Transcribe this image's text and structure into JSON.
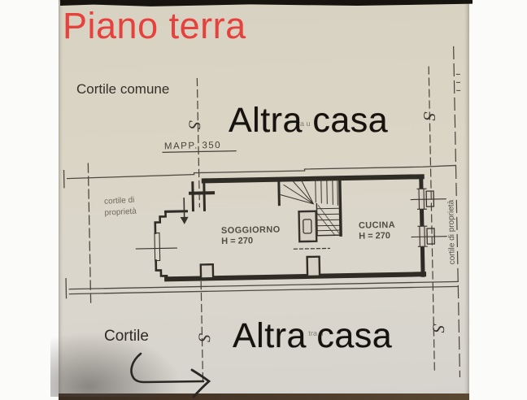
{
  "photo": {
    "title": "Piano terra",
    "title_color": "#e6413c"
  },
  "annotations": {
    "cortile_comune": "Cortile comune",
    "altra_casa_top": "Altra casa",
    "altra_casa_bottom": "Altra casa",
    "cortile": "Cortile",
    "remnant_top": "tra u",
    "remnant_bottom": "tra u"
  },
  "plan": {
    "mapp_label": "MAPP.  350",
    "section_mark": "S",
    "rooms": [
      {
        "name": "SOGGIORNO",
        "height": "H = 270"
      },
      {
        "name": "CUCINA",
        "height": "H = 270"
      }
    ],
    "courtyard_left_lines": [
      "cortile di",
      "proprietà"
    ],
    "courtyard_right": "cortile di proprietà"
  },
  "colors": {
    "paper": "#d9d3c5",
    "ink": "#2d2923",
    "line": "#4b463e",
    "red": "#e6413c",
    "top_bar": "#17130f",
    "bottom_strip": "#44362a"
  }
}
